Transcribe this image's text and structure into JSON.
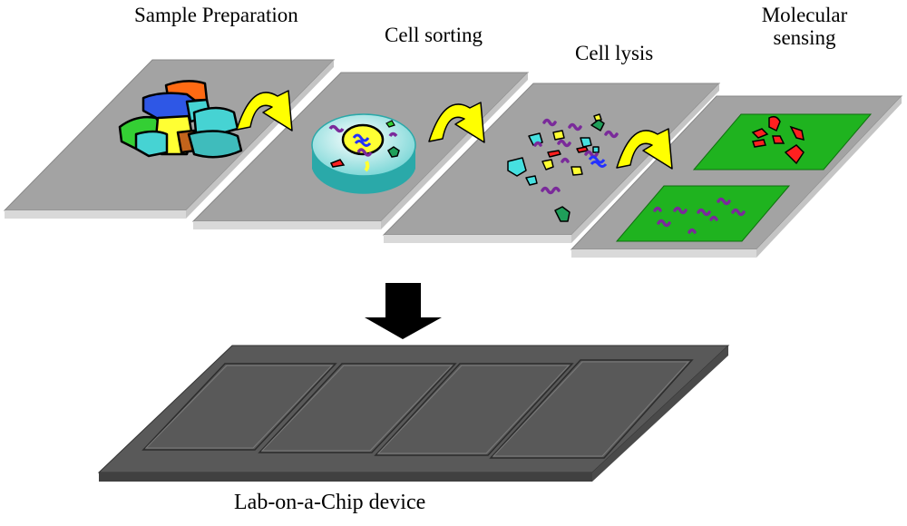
{
  "stages": [
    {
      "id": "sample-preparation",
      "label": "Sample Preparation"
    },
    {
      "id": "cell-sorting",
      "label": "Cell sorting"
    },
    {
      "id": "cell-lysis",
      "label": "Cell lysis"
    },
    {
      "id": "molecular-sensing",
      "label_line1": "Molecular",
      "label_line2": "sensing"
    }
  ],
  "device": {
    "label": "Lab-on-a-Chip device"
  },
  "colors": {
    "plate_top": "#a3a3a3",
    "plate_edge": "#d9d9d9",
    "device_top": "#595959",
    "device_edge": "#404040",
    "arrow_yellow": "#ffff00",
    "sensor_green": "#1fb31f",
    "down_arrow": "#000000"
  }
}
